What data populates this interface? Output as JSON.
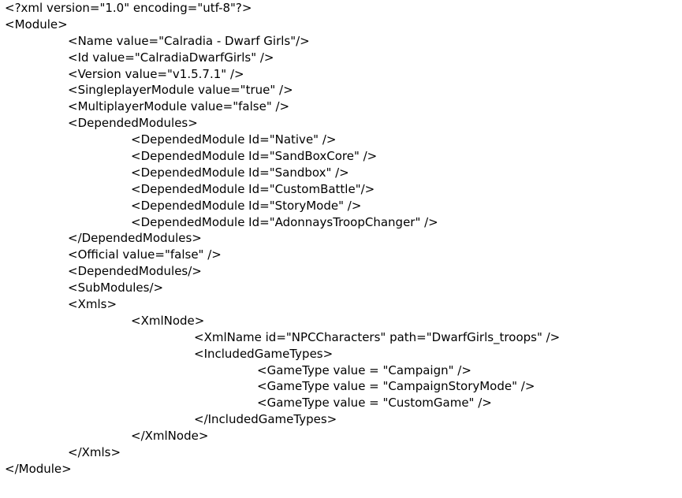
{
  "document": {
    "lines": [
      {
        "text": "<?xml version=\"1.0\" encoding=\"utf-8\"?>",
        "indent": 0
      },
      {
        "text": "<Module>",
        "indent": 0
      },
      {
        "text": "<Name value=\"Calradia - Dwarf Girls\"/>",
        "indent": 1
      },
      {
        "text": "<Id value=\"CalradiaDwarfGirls\" />",
        "indent": 1
      },
      {
        "text": "<Version value=\"v1.5.7.1\" />",
        "indent": 1
      },
      {
        "text": "<SingleplayerModule value=\"true\" />",
        "indent": 1
      },
      {
        "text": "<MultiplayerModule value=\"false\" />",
        "indent": 1
      },
      {
        "text": "<DependedModules>",
        "indent": 1
      },
      {
        "text": "<DependedModule Id=\"Native\" />",
        "indent": 2
      },
      {
        "text": "<DependedModule Id=\"SandBoxCore\" />",
        "indent": 2
      },
      {
        "text": "<DependedModule Id=\"Sandbox\" />",
        "indent": 2
      },
      {
        "text": "<DependedModule Id=\"CustomBattle\"/>",
        "indent": 2
      },
      {
        "text": "<DependedModule Id=\"StoryMode\" />",
        "indent": 2
      },
      {
        "text": "<DependedModule Id=\"AdonnaysTroopChanger\" />",
        "indent": 2
      },
      {
        "text": "</DependedModules>",
        "indent": 1
      },
      {
        "text": "<Official value=\"false\" />",
        "indent": 1
      },
      {
        "text": "<DependedModules/>",
        "indent": 1
      },
      {
        "text": "<SubModules/>",
        "indent": 1
      },
      {
        "text": "<Xmls>",
        "indent": 1
      },
      {
        "text": "<XmlNode>",
        "indent": 2
      },
      {
        "text": "<XmlName id=\"NPCCharacters\" path=\"DwarfGirls_troops\" />",
        "indent": 3
      },
      {
        "text": "<IncludedGameTypes>",
        "indent": 3
      },
      {
        "text": "<GameType value = \"Campaign\" />",
        "indent": 4
      },
      {
        "text": "<GameType value = \"CampaignStoryMode\" />",
        "indent": 4
      },
      {
        "text": "<GameType value = \"CustomGame\" />",
        "indent": 4
      },
      {
        "text": "</IncludedGameTypes>",
        "indent": 3
      },
      {
        "text": "</XmlNode>",
        "indent": 2
      },
      {
        "text": "</Xmls>",
        "indent": 1
      },
      {
        "text": "</Module>",
        "indent": 0
      }
    ]
  }
}
